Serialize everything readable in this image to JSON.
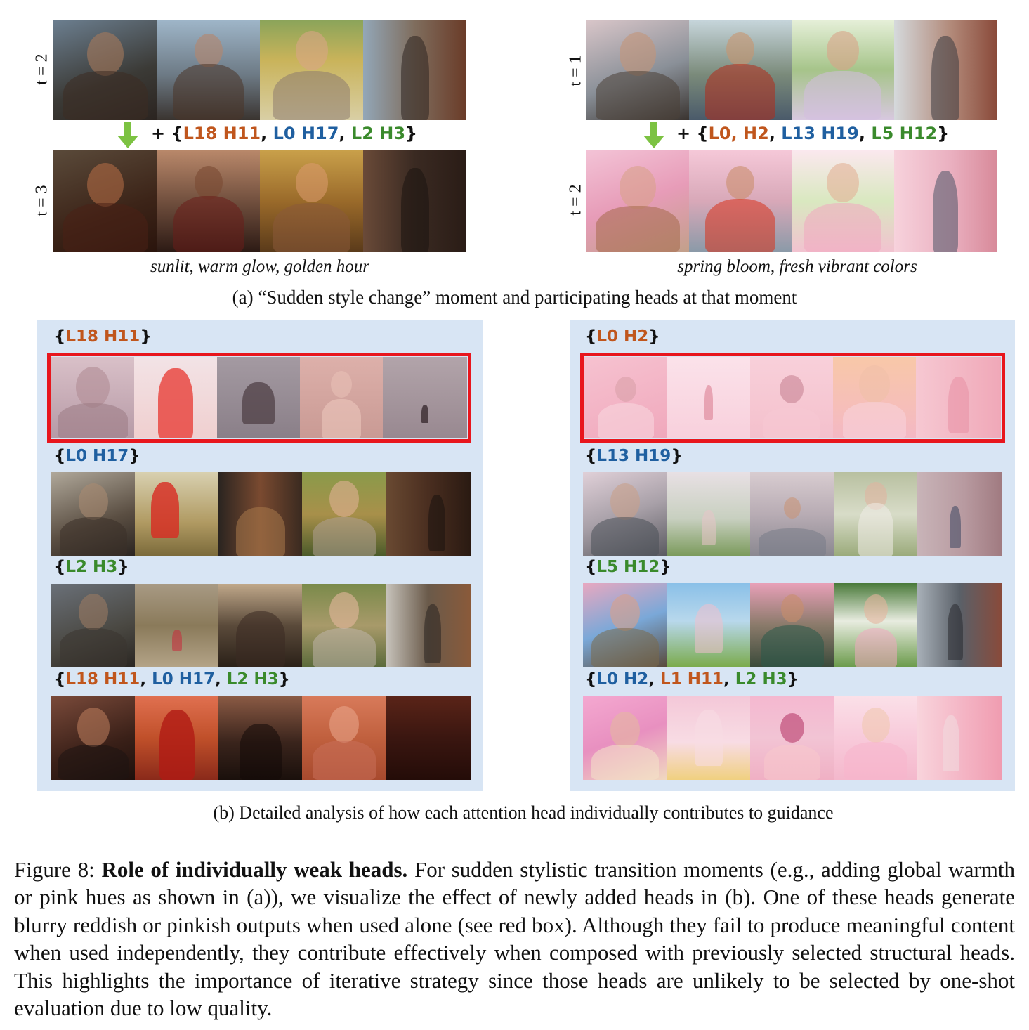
{
  "part_a": {
    "left": {
      "top_label": "t = 2",
      "bottom_label": "t = 3",
      "formula": {
        "prefix": "+ {",
        "h1": "L18 H11",
        "sep1": ", ",
        "h2": "L0 H17",
        "sep2": ", ",
        "h3": "L2 H3",
        "suffix": "}"
      },
      "style_caption": "sunlit, warm glow, golden hour"
    },
    "right": {
      "top_label": "t = 1",
      "bottom_label": "t = 2",
      "formula": {
        "prefix": "+ {",
        "h1": "L0, H2",
        "sep1": ", ",
        "h2": "L13 H19",
        "sep2": ", ",
        "h3": "L5 H12",
        "suffix": "}"
      },
      "style_caption": "spring bloom, fresh vibrant colors"
    },
    "caption": "(a) “Sudden style change” moment and participating heads at that moment"
  },
  "part_b": {
    "left_panel": [
      {
        "label_parts": [
          {
            "text": "{",
            "color": "black"
          },
          {
            "text": "L18 H11",
            "color": "orange"
          },
          {
            "text": "}",
            "color": "black"
          }
        ],
        "red_box": true
      },
      {
        "label_parts": [
          {
            "text": "{",
            "color": "black"
          },
          {
            "text": "L0 H17",
            "color": "blue"
          },
          {
            "text": "}",
            "color": "black"
          }
        ],
        "red_box": false
      },
      {
        "label_parts": [
          {
            "text": "{",
            "color": "black"
          },
          {
            "text": "L2 H3",
            "color": "green"
          },
          {
            "text": "}",
            "color": "black"
          }
        ],
        "red_box": false
      },
      {
        "label_parts": [
          {
            "text": "{",
            "color": "black"
          },
          {
            "text": "L18 H11",
            "color": "orange"
          },
          {
            "text": ", ",
            "color": "black"
          },
          {
            "text": "L0 H17",
            "color": "blue"
          },
          {
            "text": ", ",
            "color": "black"
          },
          {
            "text": "L2 H3",
            "color": "green"
          },
          {
            "text": "}",
            "color": "black"
          }
        ],
        "red_box": false
      }
    ],
    "right_panel": [
      {
        "label_parts": [
          {
            "text": "{",
            "color": "black"
          },
          {
            "text": "L0 H2",
            "color": "orange"
          },
          {
            "text": "}",
            "color": "black"
          }
        ],
        "red_box": true
      },
      {
        "label_parts": [
          {
            "text": "{",
            "color": "black"
          },
          {
            "text": "L13 H19",
            "color": "blue"
          },
          {
            "text": "}",
            "color": "black"
          }
        ],
        "red_box": false
      },
      {
        "label_parts": [
          {
            "text": "{",
            "color": "black"
          },
          {
            "text": "L5 H12",
            "color": "green"
          },
          {
            "text": "}",
            "color": "black"
          }
        ],
        "red_box": false
      },
      {
        "label_parts": [
          {
            "text": "{",
            "color": "black"
          },
          {
            "text": "L0 H2",
            "color": "blue"
          },
          {
            "text": ", ",
            "color": "black"
          },
          {
            "text": "L1 H11",
            "color": "orange"
          },
          {
            "text": ", ",
            "color": "black"
          },
          {
            "text": "L2 H3",
            "color": "green"
          },
          {
            "text": "}",
            "color": "black"
          }
        ],
        "red_box": false
      }
    ],
    "caption": "(b) Detailed analysis of how each attention head individually contributes to guidance"
  },
  "figure_caption": {
    "prefix": "Figure 8: ",
    "bold": "Role of individually weak heads.",
    "body": " For sudden stylistic transition moments (e.g., adding global warmth or pink hues as shown in (a)), we visualize the effect of newly added heads in (b). One of these heads generate blurry reddish or pinkish outputs when used alone (see red box). Although they fail to produce meaningful content when used independently, they contribute effectively when composed with previously selected structural heads.  This highlights the importance of iterative strategy since those heads are unlikely to be selected by one-shot evaluation due to low quality."
  },
  "colors": {
    "orange": "#c0561d",
    "blue": "#1f5fa0",
    "green": "#3a8a2c",
    "panel_bg": "#d8e5f4",
    "red_box": "#e8161d",
    "arrow": "#7cc242"
  }
}
